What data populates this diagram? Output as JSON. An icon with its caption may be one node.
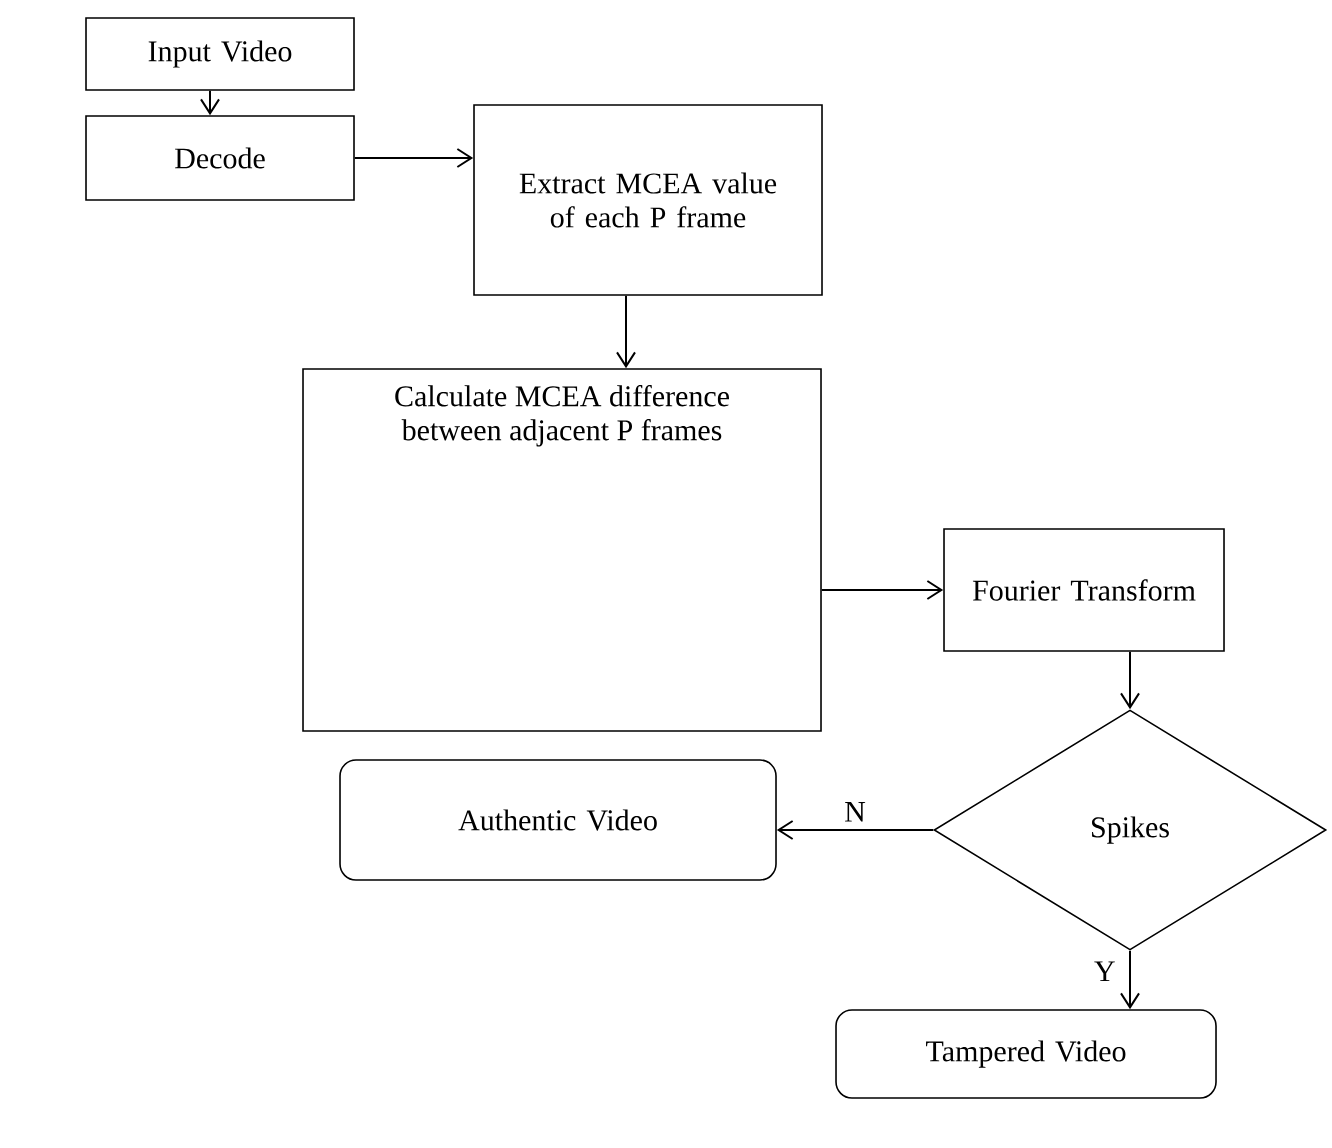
{
  "diagram": {
    "nodes": [
      {
        "text": [
          "Input Video"
        ]
      },
      {
        "text": [
          "Decode"
        ]
      },
      {
        "text": [
          "Extract MCEA value of each P frame"
        ]
      },
      {
        "text": [
          "Calculate MCEA difference between adjacent P frames"
        ]
      },
      {
        "text": [
          "Fourier Transform"
        ]
      },
      {
        "text": [
          "Spikes"
        ]
      },
      {
        "text": [
          "Authentic Video"
        ]
      },
      {
        "text": [
          "Tampered Video"
        ]
      }
    ],
    "edges": [
      {
        "from": 0,
        "to": 1,
        "arrow": "to"
      },
      {
        "from": 1,
        "to": 2,
        "arrow": "to"
      },
      {
        "from": 2,
        "to": 3,
        "arrow": "to"
      },
      {
        "from": 3,
        "to": 4,
        "arrow": "to"
      },
      {
        "from": 4,
        "to": 5,
        "arrow": "to"
      },
      {
        "from": 5,
        "to": 6,
        "arrow": "to",
        "label": "N"
      },
      {
        "from": 5,
        "to": 7,
        "arrow": "to",
        "label": "Y"
      }
    ]
  }
}
